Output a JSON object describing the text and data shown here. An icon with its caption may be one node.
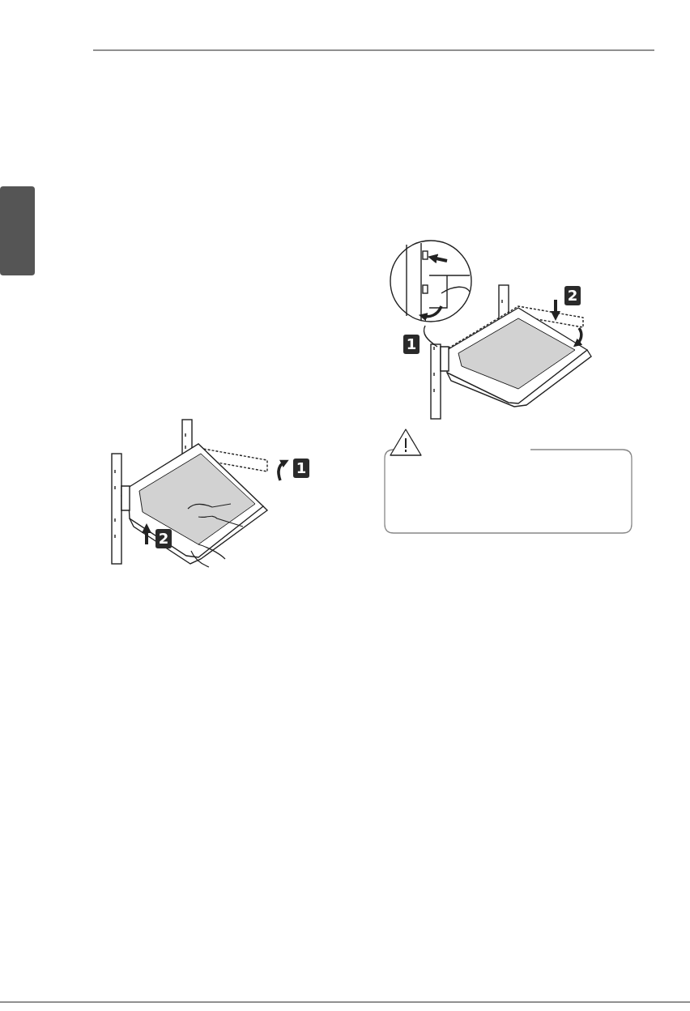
{
  "diagram": {
    "nodes": [
      {
        "text": [],
        "shape": "bar"
      }
    ],
    "labels": [
      "1",
      "2",
      "2",
      "1"
    ]
  }
}
